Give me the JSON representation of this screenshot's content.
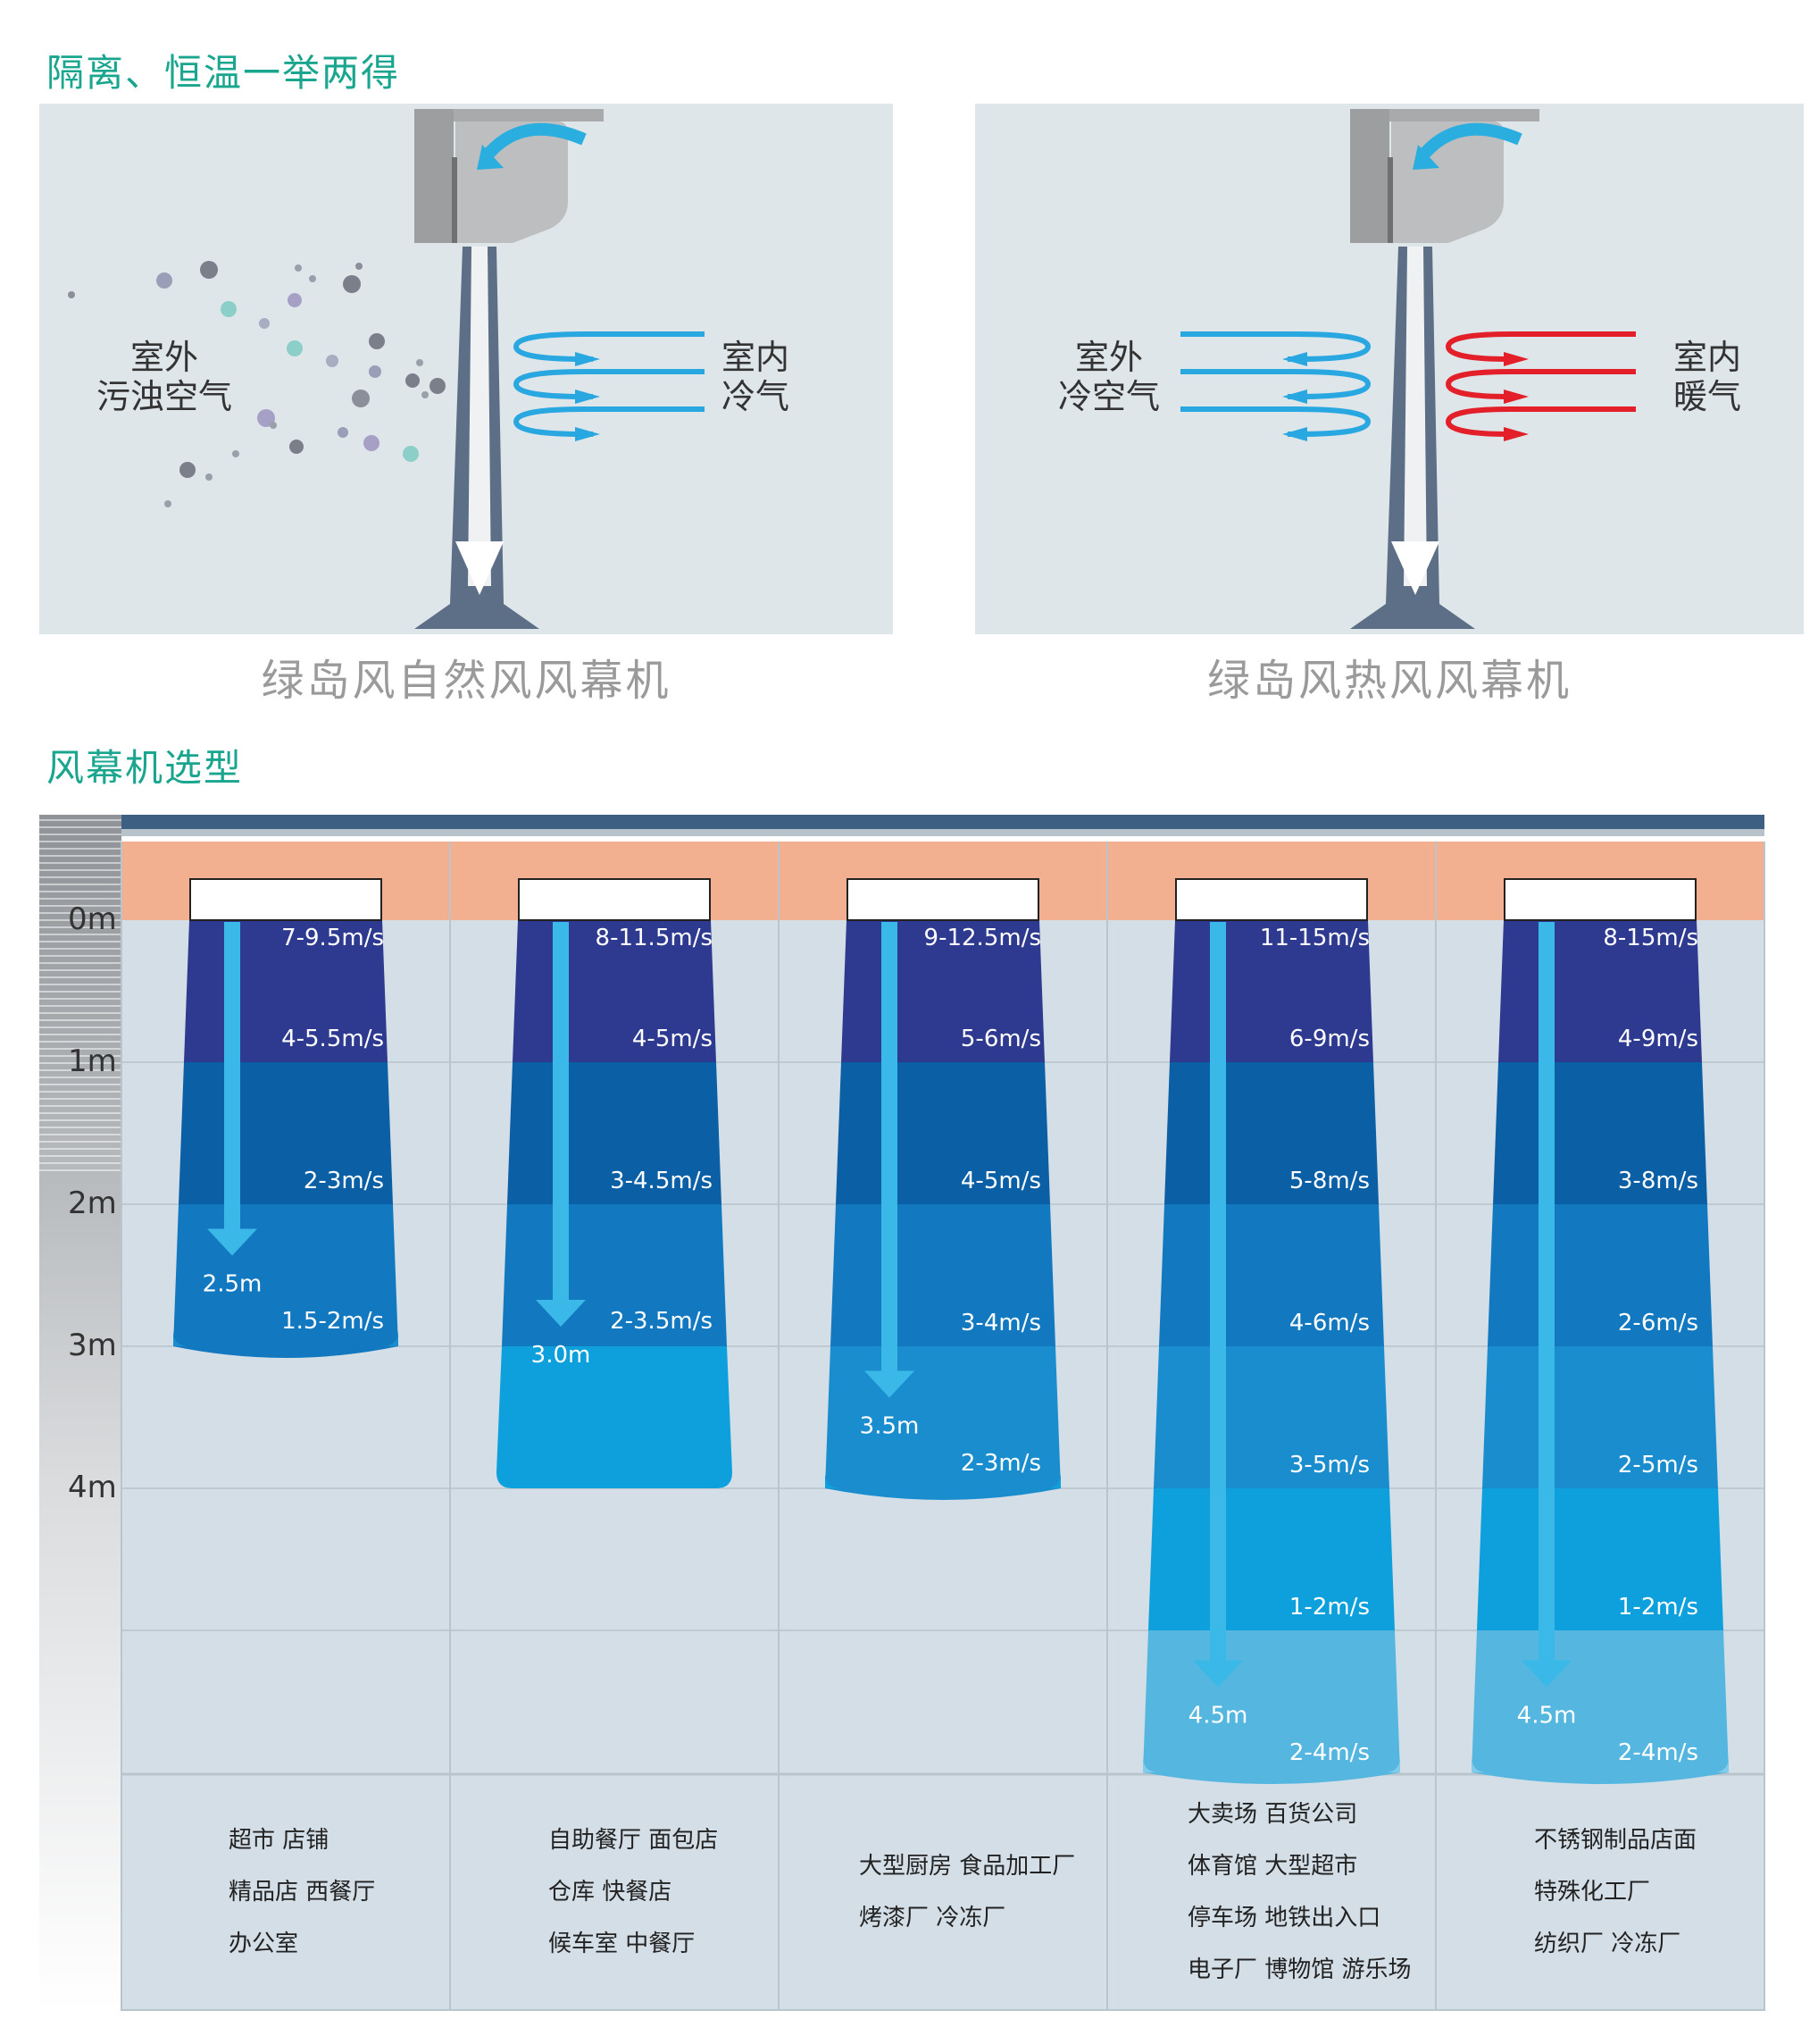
{
  "section1": {
    "heading": "隔离、恒温一举两得",
    "left": {
      "title": "绿岛风自然风风幕机",
      "outside_line1": "室外",
      "outside_line2": "污浊空气",
      "inside_line1": "室内",
      "inside_line2": "冷气"
    },
    "right": {
      "title": "绿岛风热风风幕机",
      "outside_line1": "室外",
      "outside_line2": "冷空气",
      "inside_line1": "室内",
      "inside_line2": "暖气"
    }
  },
  "section2": {
    "heading": "风幕机选型",
    "depth_labels": [
      "0m",
      "1m",
      "2m",
      "3m",
      "4m"
    ],
    "columns": [
      {
        "speeds": [
          "7-9.5m/s",
          "4-5.5m/s",
          "2-3m/s",
          "1.5-2m/s"
        ],
        "reach": "2.5m",
        "reach_m": 2.5,
        "uses": [
          "超市 店铺",
          "精品店 西餐厅",
          "办公室"
        ]
      },
      {
        "speeds": [
          "8-11.5m/s",
          "4-5m/s",
          "3-4.5m/s",
          "2-3.5m/s"
        ],
        "reach": "3.0m",
        "reach_m": 3.0,
        "uses": [
          "自助餐厅 面包店",
          "仓库 快餐店",
          "候车室 中餐厅"
        ]
      },
      {
        "speeds": [
          "9-12.5m/s",
          "5-6m/s",
          "4-5m/s",
          "3-4m/s",
          "2-3m/s"
        ],
        "reach": "3.5m",
        "reach_m": 3.5,
        "uses": [
          "大型厨房 食品加工厂",
          "烤漆厂 冷冻厂"
        ]
      },
      {
        "speeds": [
          "11-15m/s",
          "6-9m/s",
          "5-8m/s",
          "4-6m/s",
          "3-5m/s",
          "1-2m/s",
          "2-4m/s"
        ],
        "reach": "4.5m",
        "reach_m": 4.5,
        "uses": [
          "大卖场 百货公司",
          "体育馆 大型超市",
          "停车场 地铁出入口",
          "电子厂 博物馆 游乐场"
        ]
      },
      {
        "speeds": [
          "8-15m/s",
          "4-9m/s",
          "3-8m/s",
          "2-6m/s",
          "2-5m/s",
          "1-2m/s",
          "2-4m/s"
        ],
        "reach": "4.5m",
        "reach_m": 4.5,
        "uses": [
          "不锈钢制品店面",
          "特殊化工厂",
          "纺织厂 冷冻厂"
        ]
      }
    ]
  },
  "colors": {
    "heading_green": "#1aa58f",
    "band_1": "#2e3a8f",
    "band_2": "#0b5fa5",
    "band_3": "#1278c0",
    "band_4": "#1a8dcf",
    "band_5": "#0ea0dd",
    "band_6": "#55b7e0",
    "band_7": "#82cbea",
    "ceiling": "#f3b090",
    "cool_arrow": "#29a7e1",
    "warm_arrow": "#e3202a"
  }
}
